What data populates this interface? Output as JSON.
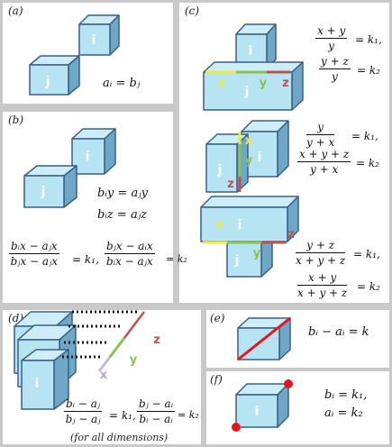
{
  "panels": {
    "a": {
      "label": "(a)",
      "eq": "aᵢ = bⱼ"
    },
    "b": {
      "label": "(b)",
      "eq1": "bᵢy = aⱼy",
      "eq2": "bᵢz = aⱼz",
      "f1_num": "bᵢx − aⱼx",
      "f1_den": "bⱼx − aⱼx",
      "f1_rhs": "= k₁,",
      "f2_num": "bⱼx − aᵢx",
      "f2_den": "bᵢx − aⱼx",
      "f2_rhs": "= k₂"
    },
    "c": {
      "label": "(c)",
      "top_f1_num": "x + y",
      "top_f1_den": "y",
      "top_f1_rhs": "= k₁,",
      "top_f2_num": "y + z",
      "top_f2_den": "y",
      "top_f2_rhs": "= k₂",
      "mid_f1_num": "y",
      "mid_f1_den": "y + x",
      "mid_f1_rhs": "= k₁,",
      "mid_f2_num": "x + y + z",
      "mid_f2_den": "y + x",
      "mid_f2_rhs": "= k₂",
      "bot_f1_num": "y + z",
      "bot_f1_den": "x + y + z",
      "bot_f1_rhs": "= k₁,",
      "bot_f2_num": "x + y",
      "bot_f2_den": "x + y + z",
      "bot_f2_rhs": "= k₂"
    },
    "d": {
      "label": "(d)",
      "f1_num": "bᵢ − aⱼ",
      "f1_den": "bⱼ − aⱼ",
      "f1_rhs": "= k₁,",
      "f2_num": "bⱼ − aᵢ",
      "f2_den": "bᵢ − aᵢ",
      "f2_rhs": "= k₂",
      "note": "(for all dimensions)"
    },
    "e": {
      "label": "(e)",
      "eq": "bᵢ − aᵢ = k"
    },
    "f": {
      "label": "(f)",
      "eq1": "bᵢ = k₁,",
      "eq2": "aᵢ = k₂"
    }
  },
  "cube_labels": {
    "i": "i",
    "j": "j"
  },
  "axis_labels": {
    "x": "x",
    "y": "y",
    "z": "z"
  },
  "colors": {
    "front": "#b7e4f2",
    "top": "#cdeef9",
    "side": "#6fa8c7",
    "edge": "#3a5f86",
    "x_axis": "#f2ea3c",
    "y_axis": "#8cc152",
    "z_axis": "#c0504d",
    "diag": "#e8131b"
  }
}
